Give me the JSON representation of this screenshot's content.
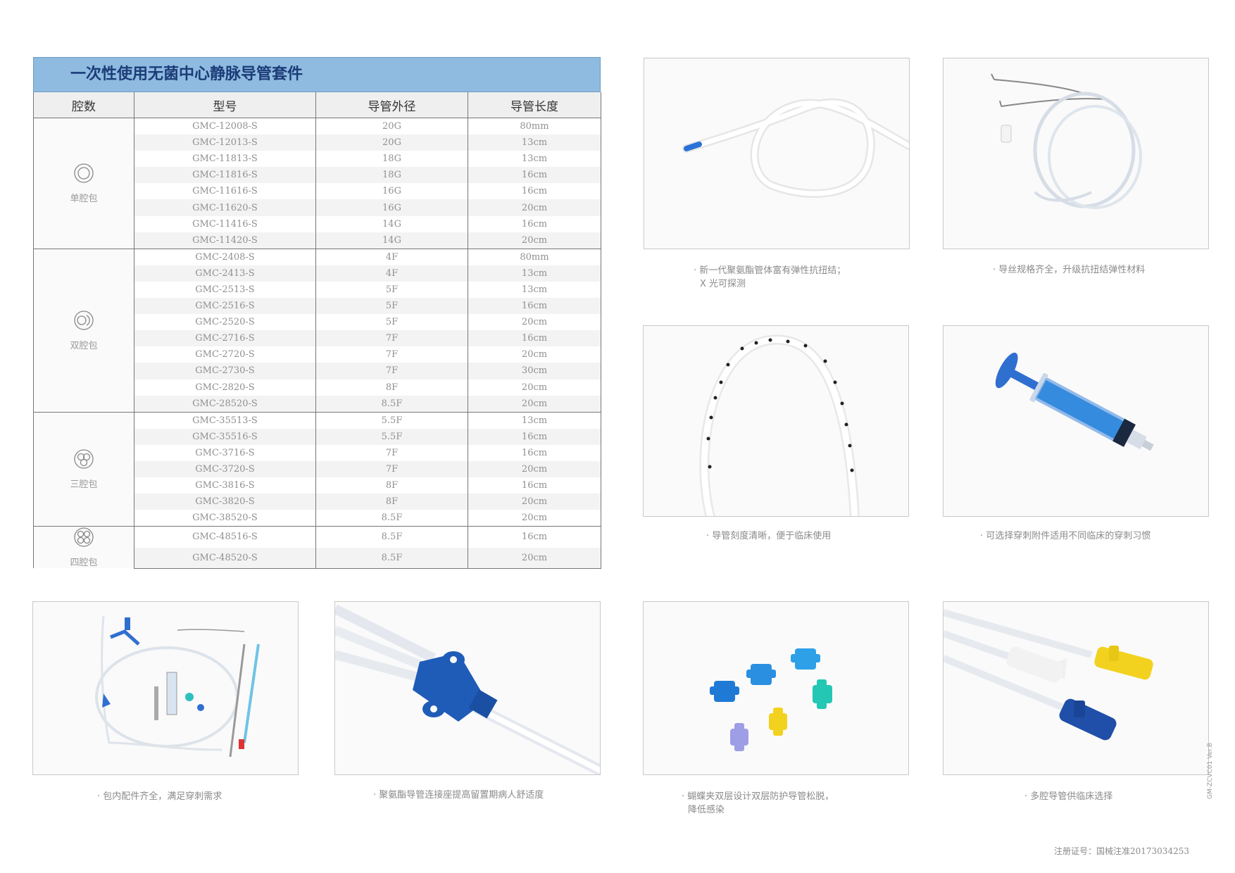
{
  "table": {
    "title": "一次性使用无菌中心静脉导管套件",
    "headers": [
      "腔数",
      "型号",
      "导管外径",
      "导管长度"
    ],
    "groups": [
      {
        "lumen": "单腔包",
        "icon": "single-lumen-icon",
        "rows": [
          [
            "GMC-12008-S",
            "20G",
            "80mm"
          ],
          [
            "GMC-12013-S",
            "20G",
            "13cm"
          ],
          [
            "GMC-11813-S",
            "18G",
            "13cm"
          ],
          [
            "GMC-11816-S",
            "18G",
            "16cm"
          ],
          [
            "GMC-11616-S",
            "16G",
            "16cm"
          ],
          [
            "GMC-11620-S",
            "16G",
            "20cm"
          ],
          [
            "GMC-11416-S",
            "14G",
            "16cm"
          ],
          [
            "GMC-11420-S",
            "14G",
            "20cm"
          ]
        ]
      },
      {
        "lumen": "双腔包",
        "icon": "double-lumen-icon",
        "rows": [
          [
            "GMC-2408-S",
            "4F",
            "80mm"
          ],
          [
            "GMC-2413-S",
            "4F",
            "13cm"
          ],
          [
            "GMC-2513-S",
            "5F",
            "13cm"
          ],
          [
            "GMC-2516-S",
            "5F",
            "16cm"
          ],
          [
            "GMC-2520-S",
            "5F",
            "20cm"
          ],
          [
            "GMC-2716-S",
            "7F",
            "16cm"
          ],
          [
            "GMC-2720-S",
            "7F",
            "20cm"
          ],
          [
            "GMC-2730-S",
            "7F",
            "30cm"
          ],
          [
            "GMC-2820-S",
            "8F",
            "20cm"
          ],
          [
            "GMC-28520-S",
            "8.5F",
            "20cm"
          ]
        ]
      },
      {
        "lumen": "三腔包",
        "icon": "triple-lumen-icon",
        "rows": [
          [
            "GMC-35513-S",
            "5.5F",
            "13cm"
          ],
          [
            "GMC-35516-S",
            "5.5F",
            "16cm"
          ],
          [
            "GMC-3716-S",
            "7F",
            "16cm"
          ],
          [
            "GMC-3720-S",
            "7F",
            "20cm"
          ],
          [
            "GMC-3816-S",
            "8F",
            "16cm"
          ],
          [
            "GMC-3820-S",
            "8F",
            "20cm"
          ],
          [
            "GMC-38520-S",
            "8.5F",
            "20cm"
          ]
        ]
      },
      {
        "lumen": "四腔包",
        "icon": "quad-lumen-icon",
        "rows": [
          [
            "GMC-48516-S",
            "8.5F",
            "16cm"
          ],
          [
            "GMC-48520-S",
            "8.5F",
            "20cm"
          ]
        ]
      }
    ]
  },
  "captions": {
    "catheter": [
      "· 新一代聚氨酯管体富有弹性抗扭结；",
      "X 光可探测"
    ],
    "guidewire": "· 导丝规格齐全，升级抗扭结弹性材料",
    "scale": "· 导管刻度清晰，便于临床使用",
    "syringe": "· 可选择穿刺附件适用不同临床的穿刺习惯",
    "kit": "· 包内配件齐全，满足穿刺需求",
    "hub": "· 聚氨酯导管连接座提高留置期病人舒适度",
    "clips": [
      "· 蝴蝶夹双层设计双层防护导管松脱，",
      "降低感染"
    ],
    "multi": "· 多腔导管供临床选择"
  },
  "footer": {
    "registration": "注册证号：国械注准20173034253",
    "version": "GM-ZCVC01 Ver.B"
  },
  "colors": {
    "title_bar": "#8fbbe0",
    "title_text": "#1c3c78",
    "accent_blue": "#1f5cb8"
  }
}
